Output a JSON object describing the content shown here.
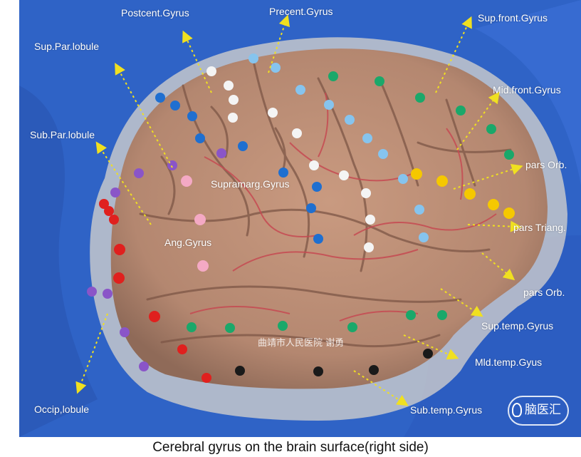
{
  "caption": "Cerebral gyrus on the brain surface(right side)",
  "labels": {
    "postcent_gyrus": "Postcent.Gyrus",
    "precent_gyrus": "Precent.Gyrus",
    "sup_front_gyrus": "Sup.front.Gyrus",
    "sup_par_lobule": "Sup.Par.lobule",
    "mid_front_gyrus": "Mid.front.Gyrus",
    "sub_par_lobule": "Sub.Par.lobule",
    "pars_orb_upper": "pars Orb.",
    "supramarg_gyrus": "Supramarg.Gyrus",
    "pars_triang": "pars Triang.",
    "ang_gyrus": "Ang.Gyrus",
    "pars_orb_lower": "pars Orb.",
    "sup_temp_gyrus": "Sup.temp.Gyrus",
    "mid_temp_gyus": "Mld.temp.Gyus",
    "occip_lobule": "Occip,lobule",
    "sub_temp_gyrus": "Sub.temp.Gyrus"
  },
  "watermark": "曲靖市人民医院  谢勇",
  "logo": {
    "text": "脑医汇"
  },
  "colors": {
    "cloth": "#2f63c6",
    "brain": "#b88a72",
    "vessel": "#c64a52",
    "pin_red": "#e0201e",
    "pin_blue": "#1f6fd0",
    "pin_lightblue": "#86c4ee",
    "pin_white": "#f4f4f4",
    "pin_green": "#1aa86a",
    "pin_purple": "#8a55c8",
    "pin_yellow": "#f5c800",
    "pin_pink": "#f4a9c4",
    "pin_black": "#1a1a1a",
    "arrow": "#f0e020"
  }
}
